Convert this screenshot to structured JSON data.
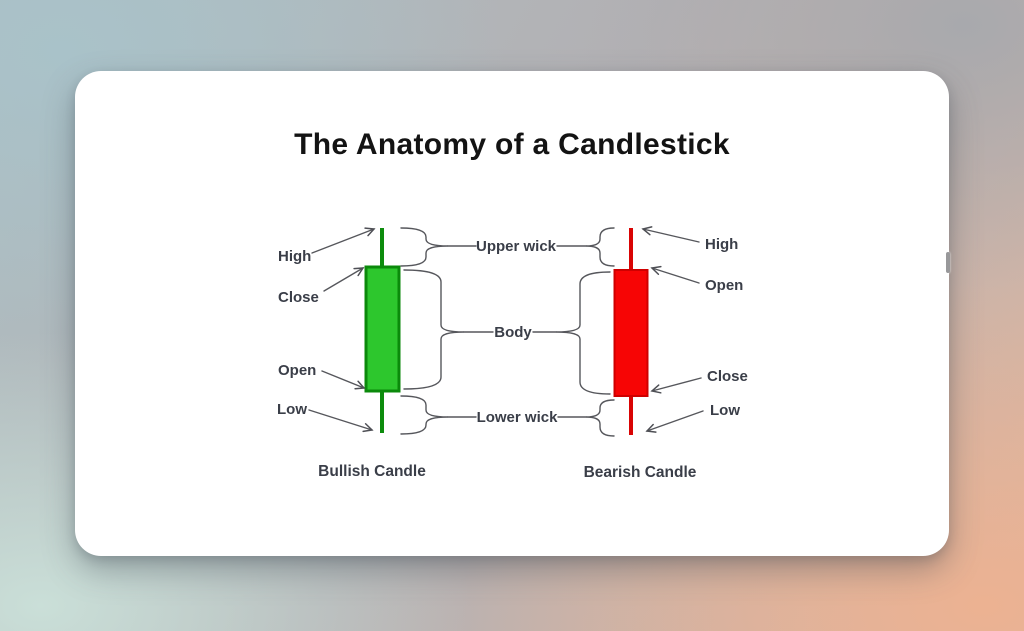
{
  "card": {
    "title": "The Anatomy of a Candlestick"
  },
  "diagram": {
    "center_labels": {
      "upper_wick": "Upper wick",
      "body": "Body",
      "lower_wick": "Lower wick"
    },
    "bullish": {
      "caption": "Bullish Candle",
      "body_color": "#2dc72d",
      "body_border_color": "#0b8a0b",
      "wick_color": "#0d8c0d",
      "labels": {
        "high": "High",
        "close": "Close",
        "open": "Open",
        "low": "Low"
      }
    },
    "bearish": {
      "caption": "Bearish Candle",
      "body_color": "#f70505",
      "body_border_color": "#cf0000",
      "wick_color": "#d90404",
      "labels": {
        "high": "High",
        "open": "Open",
        "close": "Close",
        "low": "Low"
      }
    },
    "annotation_color": "#3a3e48",
    "line_color": "#56575c"
  },
  "background": {
    "top_left": "#a9c2c9",
    "top_right": "#a8a9ad",
    "bottom_left": "#cadfd8",
    "bottom_right": "#ecb292"
  }
}
